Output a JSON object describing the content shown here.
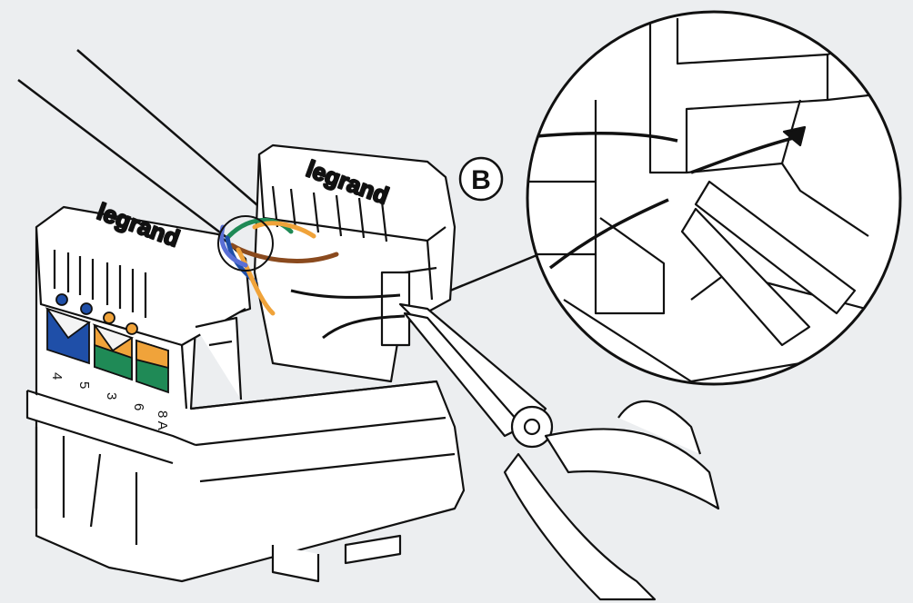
{
  "figure": {
    "brand_front": "legrand",
    "brand_back": "legrand",
    "callout_letter": "B",
    "pin_labels": [
      "4",
      "5",
      "3",
      "6",
      "8 A"
    ]
  },
  "colors": {
    "line": "#111111",
    "background": "#eceef0",
    "body": "#ffffff",
    "blue": "#1f4fa8",
    "orange": "#f0a33a",
    "green": "#1f8a56",
    "brown": "#8a4a1e",
    "white_stripe": "#f4f4f4"
  },
  "icons": [
    "needle-nose-pliers-icon",
    "wire-cut-callout-icon"
  ]
}
